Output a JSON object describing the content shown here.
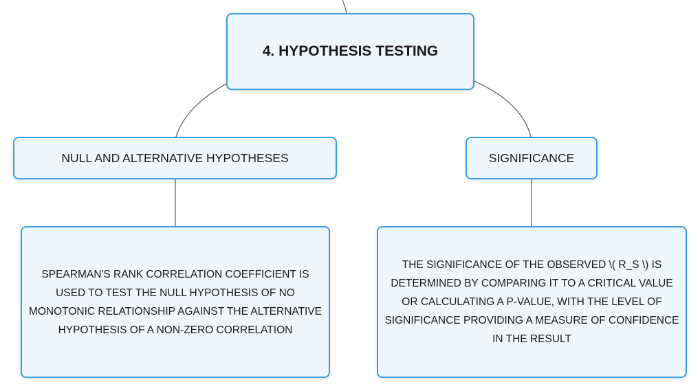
{
  "diagram": {
    "root": {
      "label": "4. HYPOTHESIS TESTING"
    },
    "branches": [
      {
        "label": "NULL AND ALTERNATIVE HYPOTHESES",
        "detail": "SPEARMAN'S RANK CORRELATION COEFFICIENT IS USED TO TEST THE NULL HYPOTHESIS OF NO MONOTONIC RELATIONSHIP AGAINST THE ALTERNATIVE HYPOTHESIS OF A NON-ZERO CORRELATION"
      },
      {
        "label": "SIGNIFICANCE",
        "detail": "THE SIGNIFICANCE OF THE OBSERVED \\( R_S \\) IS DETERMINED BY COMPARING IT TO A CRITICAL VALUE OR CALCULATING A P-VALUE, WITH THE LEVEL OF SIGNIFICANCE PROVIDING A MEASURE OF CONFIDENCE IN THE RESULT"
      }
    ]
  },
  "colors": {
    "node_border": "#3a9fe0",
    "node_fill": "#eef7fd",
    "connector": "#666666",
    "text": "#1a1a1a"
  }
}
